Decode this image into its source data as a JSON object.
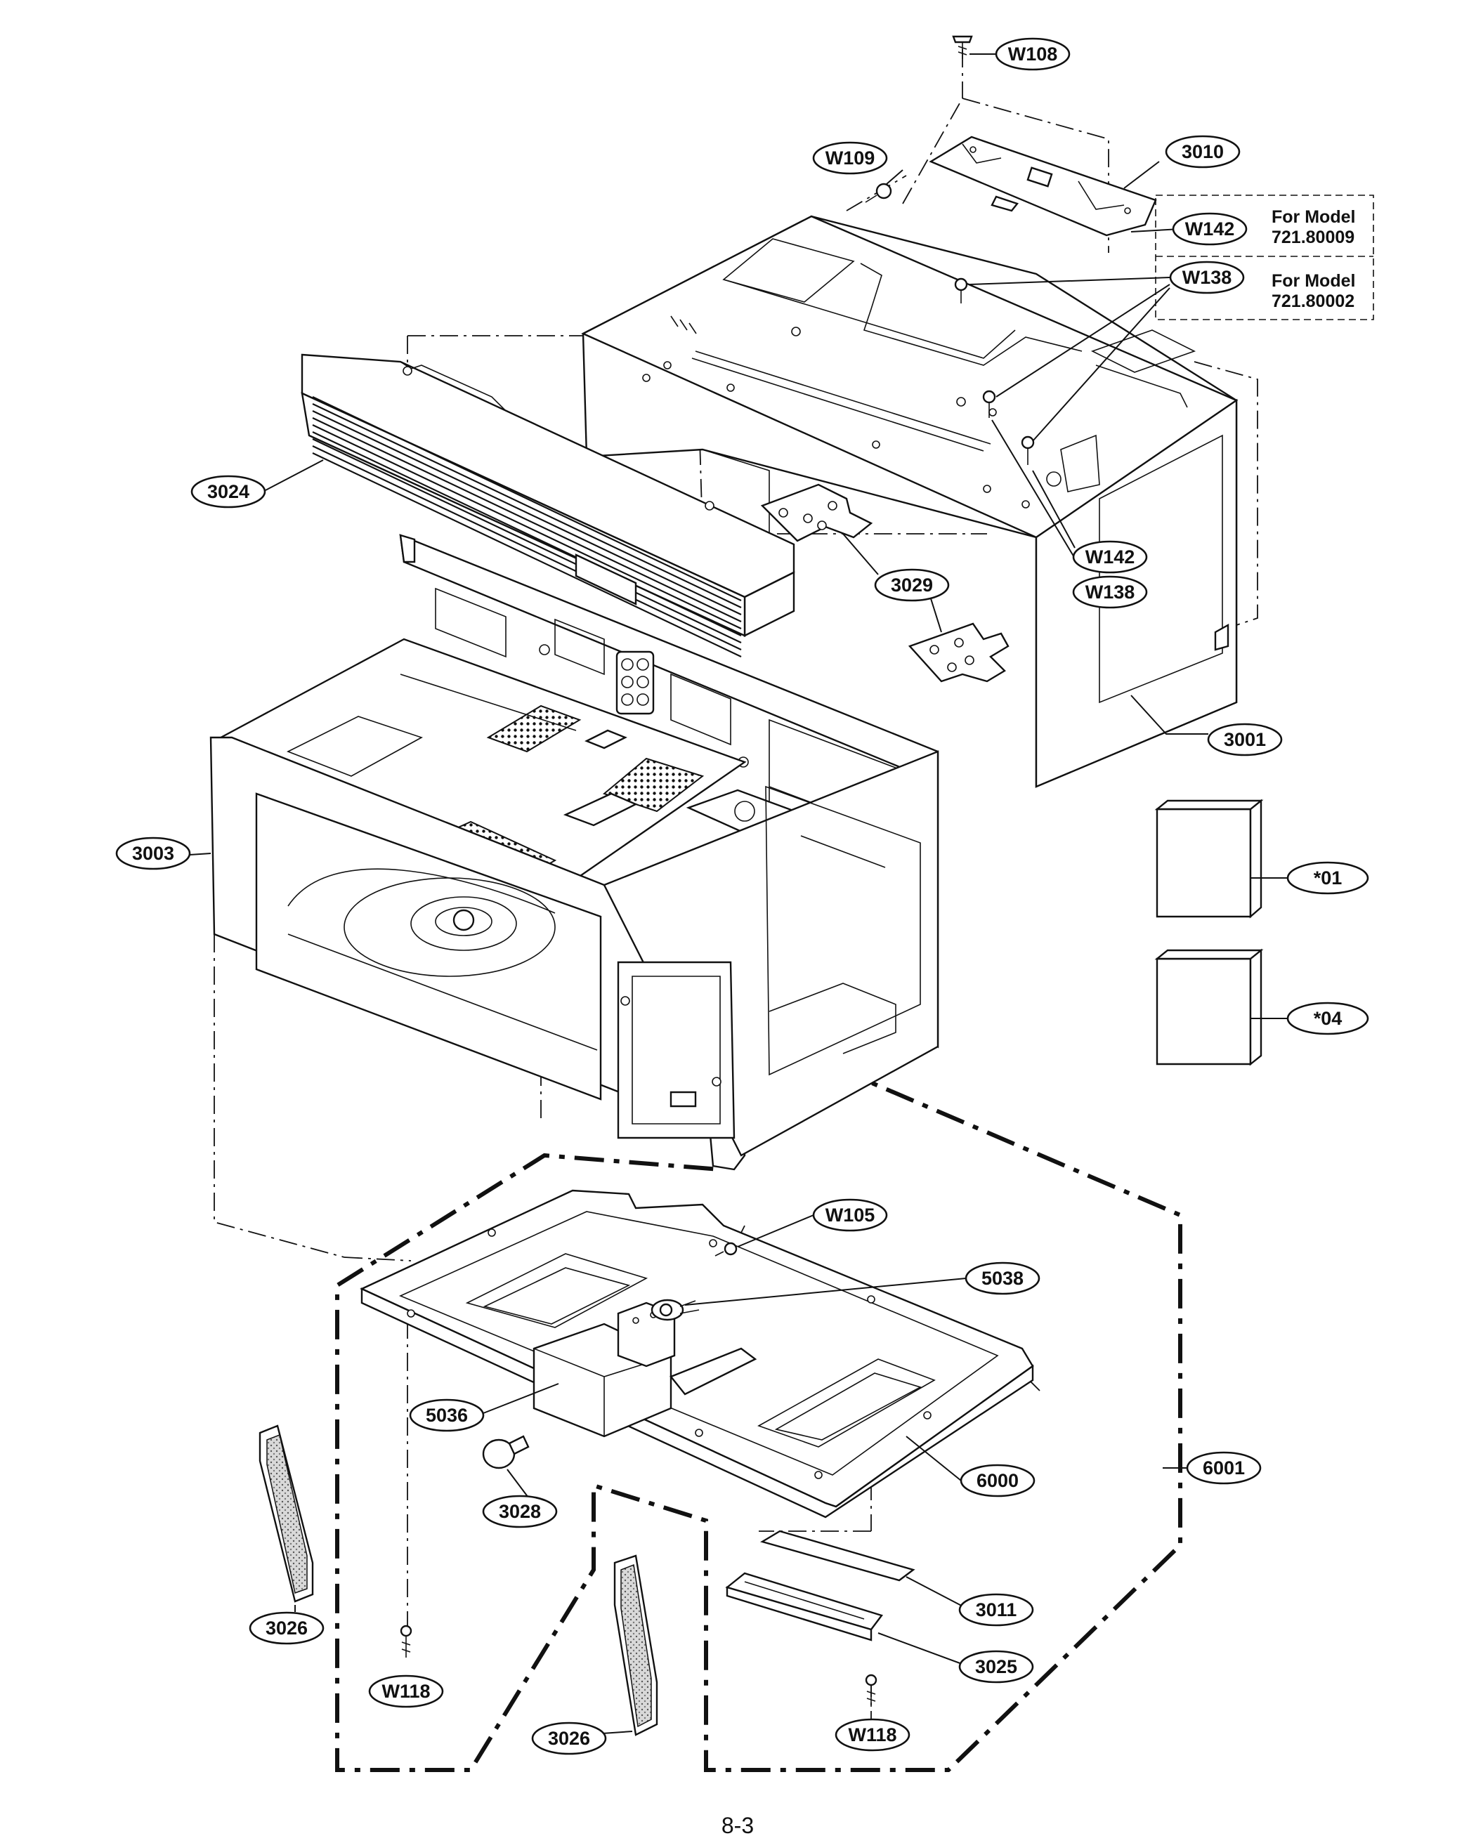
{
  "diagram": {
    "page_number": "8-3",
    "callouts": {
      "W108": "W108",
      "W109": "W109",
      "p3010": "3010",
      "W142_top": "W142",
      "W138_top": "W138",
      "p3024": "3024",
      "W142_mid": "W142",
      "W138_mid": "W138",
      "p3029": "3029",
      "p3001": "3001",
      "p3003": "3003",
      "s01": "*01",
      "s04": "*04",
      "W105": "W105",
      "p5038": "5038",
      "p5036": "5036",
      "p6000": "6000",
      "p6001": "6001",
      "p3028": "3028",
      "p3011": "3011",
      "p3025": "3025",
      "p3026_left": "3026",
      "p3026_mid": "3026",
      "W118_left": "W118",
      "W118_right": "W118"
    },
    "model_notes": [
      {
        "label": "For Model",
        "model": "721.80009"
      },
      {
        "label": "For Model",
        "model": "721.80002"
      }
    ]
  }
}
